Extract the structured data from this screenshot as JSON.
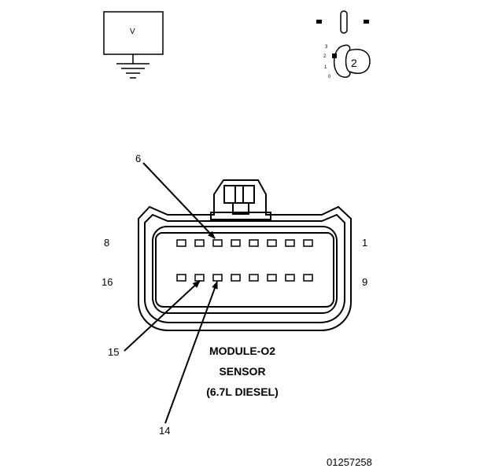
{
  "voltmeter": {
    "label": "V"
  },
  "key_switch": {
    "positions": [
      "3",
      "2",
      "1",
      "0"
    ],
    "selected": "2"
  },
  "connector": {
    "title_lines": [
      "MODULE-O2",
      "SENSOR",
      "(6.7L DIESEL)"
    ],
    "row_labels": {
      "top_left": "8",
      "top_right": "1",
      "bottom_left": "16",
      "bottom_right": "9"
    },
    "callouts": [
      "6",
      "15",
      "14"
    ]
  },
  "figure_id": "01257258"
}
